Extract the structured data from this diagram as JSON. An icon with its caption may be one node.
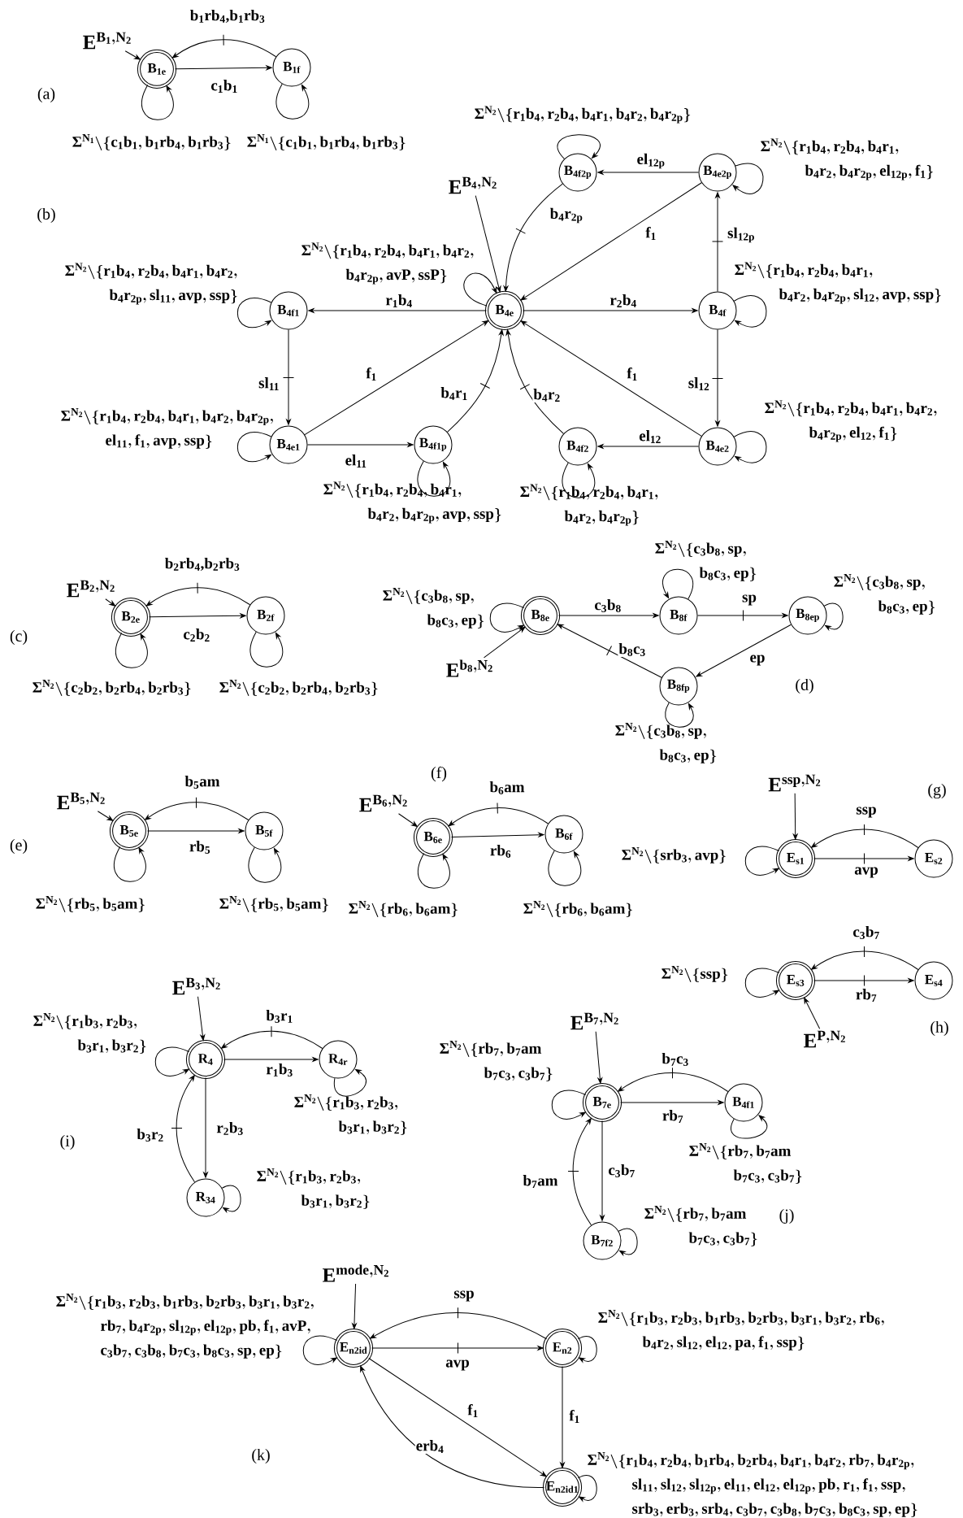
{
  "diagram": {
    "nodes": [
      {
        "text": [
          "E^{B_1,N_2}"
        ]
      },
      {
        "text": [
          "B$_{1e}$"
        ]
      },
      {
        "text": [
          "B$_{1f}$"
        ]
      },
      {
        "text": [
          "E^{B_4,N_2}"
        ]
      },
      {
        "text": [
          "B$_{4f2p}$"
        ]
      },
      {
        "text": [
          "B$_{4e2p}$"
        ]
      },
      {
        "text": [
          "B$_{4f1}$"
        ]
      },
      {
        "text": [
          "B$_{4e}$"
        ]
      },
      {
        "text": [
          "B$_{4f}$"
        ]
      },
      {
        "text": [
          "B$_{4e1}$"
        ]
      },
      {
        "text": [
          "B$_{4f1p}$"
        ]
      },
      {
        "text": [
          "B$_{4f2}$"
        ]
      },
      {
        "text": [
          "B$_{4e2}$"
        ]
      },
      {
        "text": [
          "E^{B_2,N_2}"
        ]
      },
      {
        "text": [
          "B$_{2e}$"
        ]
      },
      {
        "text": [
          "B$_{2f}$"
        ]
      },
      {
        "text": [
          "B$_{8e}$"
        ]
      },
      {
        "text": [
          "B$_{8f}$"
        ]
      },
      {
        "text": [
          "B$_{8ep}$"
        ]
      },
      {
        "text": [
          "E^{b_8,N_2}"
        ]
      },
      {
        "text": [
          "B$_{8fp}$"
        ]
      },
      {
        "text": [
          "E^{B_5,N_2}"
        ]
      },
      {
        "text": [
          "B$_{5e}$"
        ]
      },
      {
        "text": [
          "B$_{5f}$"
        ]
      },
      {
        "text": [
          "E^{B_6,N_2}"
        ]
      },
      {
        "text": [
          "B$_{6e}$"
        ]
      },
      {
        "text": [
          "B$_{6f}$"
        ]
      },
      {
        "text": [
          "E^{ssp,N_2}"
        ]
      },
      {
        "text": [
          "E$_{s1}$"
        ]
      },
      {
        "text": [
          "E$_{s2}$"
        ]
      },
      {
        "text": [
          "E$_{s3}$"
        ]
      },
      {
        "text": [
          "E$_{s4}$"
        ]
      },
      {
        "text": [
          "E^{P,N_2}"
        ]
      },
      {
        "text": [
          "E^{B_3,N_2}"
        ]
      },
      {
        "text": [
          "R$_{4}$"
        ]
      },
      {
        "text": [
          "R$_{4r}$"
        ]
      },
      {
        "text": [
          "R$_{34}$"
        ]
      },
      {
        "text": [
          "E^{B_7,N_2}"
        ]
      },
      {
        "text": [
          "B$_{7e}$"
        ]
      },
      {
        "text": [
          "B$_{4f1}$"
        ]
      },
      {
        "text": [
          "B$_{7f2}$"
        ]
      },
      {
        "text": [
          "E^{mode,N_2}"
        ]
      },
      {
        "text": [
          "E$_{n2id}$"
        ]
      },
      {
        "text": [
          "E$_{n2}$"
        ]
      },
      {
        "text": [
          "E$_{n2id1}$"
        ]
      }
    ],
    "edges": [
      {
        "from": 0,
        "to": 1,
        "arrow": "to"
      },
      {
        "from": 1,
        "to": 2,
        "arrow": "to",
        "label": "c$_{1}$b$_{1}$"
      },
      {
        "from": 2,
        "to": 1,
        "arrow": "to",
        "label": "b$_{1}$rb$_{4}$,b$_{1}$rb$_{3}$"
      },
      {
        "from": 1,
        "to": 1,
        "arrow": "to",
        "label": "\\Sigma^{N_1}\\backslash\\{c_1b_1,b_1rb_4,b_1rb_3\\}"
      },
      {
        "from": 2,
        "to": 2,
        "arrow": "to",
        "label": "\\Sigma^{N_1}\\backslash\\{c_1b_1,b_1rb_4,b_1rb_3\\}"
      },
      {
        "from": 3,
        "to": 7,
        "arrow": "to"
      },
      {
        "from": 4,
        "to": 4,
        "arrow": "to",
        "label": "\\Sigma^{N_2}\\backslash\\{r_1b_4,r_2b_4,b_4r_1,b_4r_2,b_4r_{2p}\\}"
      },
      {
        "from": 5,
        "to": 4,
        "arrow": "to",
        "label": "el$_{12p}$"
      },
      {
        "from": 5,
        "to": 5,
        "arrow": "to",
        "label": "\\Sigma^{N_2}\\backslash\\{r_1b_4,r_2b_4,b_4r_1,\\allowbreak b_4r_2,b_4r_{2p},el_{12p},f_1\\}"
      },
      {
        "from": 4,
        "to": 7,
        "arrow": "to",
        "label": "b$_{4}$r$_{2p}$"
      },
      {
        "from": 5,
        "to": 7,
        "arrow": "to",
        "label": "f$_{1}$"
      },
      {
        "from": 8,
        "to": 5,
        "arrow": "to",
        "label": "sl$_{12p}$"
      },
      {
        "from": 7,
        "to": 7,
        "arrow": "to",
        "label": "\\Sigma^{N_2}\\backslash\\{r_1b_4,r_2b_4,b_4r_1,b_4r_2,\\allowbreak b_4r_{2p},avP,ssP\\}"
      },
      {
        "from": 6,
        "to": 6,
        "arrow": "to",
        "label": "\\Sigma^{N_2}\\backslash\\{r_1b_4,r_2b_4,b_4r_1,b_4r_2,\\allowbreak b_4r_{2p},sl_{11},avp,ssp\\}"
      },
      {
        "from": 7,
        "to": 6,
        "arrow": "to",
        "label": "r$_{1}$b$_{4}$"
      },
      {
        "from": 7,
        "to": 8,
        "arrow": "to",
        "label": "r$_{2}$b$_{4}$"
      },
      {
        "from": 8,
        "to": 8,
        "arrow": "to",
        "label": "\\Sigma^{N_2}\\backslash\\{r_1b_4,r_2b_4,b_4r_1,\\allowbreak b_4r_2,b_4r_{2p},sl_{12},avp,ssp\\}"
      },
      {
        "from": 6,
        "to": 9,
        "arrow": "to",
        "label": "sl$_{11}$"
      },
      {
        "from": 9,
        "to": 7,
        "arrow": "to",
        "label": "f$_{1}$"
      },
      {
        "from": 10,
        "to": 7,
        "arrow": "to",
        "label": "b$_{4}$r$_{1}$"
      },
      {
        "from": 11,
        "to": 7,
        "arrow": "to",
        "label": "b$_{4}$r$_{2}$"
      },
      {
        "from": 12,
        "to": 7,
        "arrow": "to",
        "label": "f$_{1}$"
      },
      {
        "from": 8,
        "to": 12,
        "arrow": "to",
        "label": "sl$_{12}$"
      },
      {
        "from": 9,
        "to": 9,
        "arrow": "to",
        "label": "\\Sigma^{N_2}\\backslash\\{r_1b_4,r_2b_4,b_4r_1,b_4r_2,b_4r_{2p},\\allowbreak el_{11},f_1,avp,ssp\\}"
      },
      {
        "from": 9,
        "to": 10,
        "arrow": "to",
        "label": "el$_{11}$"
      },
      {
        "from": 12,
        "to": 11,
        "arrow": "to",
        "label": "el$_{12}$"
      },
      {
        "from": 12,
        "to": 12,
        "arrow": "to",
        "label": "\\Sigma^{N_2}\\backslash\\{r_1b_4,r_2b_4,b_4r_1,b_4r_2,\\allowbreak b_4r_{2p},el_{12},f_1\\}"
      },
      {
        "from": 10,
        "to": 10,
        "arrow": "to",
        "label": "\\Sigma^{N_2}\\backslash\\{r_1b_4,r_2b_4,b_4r_1,\\allowbreak b_4r_2,b_4r_{2p},avp,ssp\\}"
      },
      {
        "from": 11,
        "to": 11,
        "arrow": "to",
        "label": "\\Sigma^{N_2}\\backslash\\{r_1b_4,r_2b_4,b_4r_1,\\allowbreak b_4r_2,b_4r_{2p}\\}"
      },
      {
        "from": 13,
        "to": 14,
        "arrow": "to"
      },
      {
        "from": 14,
        "to": 15,
        "arrow": "to",
        "label": "c$_{2}$b$_{2}$"
      },
      {
        "from": 15,
        "to": 14,
        "arrow": "to",
        "label": "b$_{2}$rb$_{4}$,b$_{2}$rb$_{3}$"
      },
      {
        "from": 14,
        "to": 14,
        "arrow": "to",
        "label": "\\Sigma^{N_2}\\backslash\\{c_2b_2,b_2rb_4,b_2rb_3\\}"
      },
      {
        "from": 15,
        "to": 15,
        "arrow": "to",
        "label": "\\Sigma^{N_2}\\backslash\\{c_2b_2,b_2rb_4,b_2rb_3\\}"
      },
      {
        "from": 16,
        "to": 16,
        "arrow": "to",
        "label": "\\Sigma^{N_2}\\backslash\\{c_3b_8,sp,\\allowbreak b_8c_3,ep\\}"
      },
      {
        "from": 19,
        "to": 16,
        "arrow": "to"
      },
      {
        "from": 16,
        "to": 17,
        "arrow": "to",
        "label": "c$_{3}$b$_{8}$"
      },
      {
        "from": 17,
        "to": 17,
        "arrow": "to",
        "label": "\\Sigma^{N_2}\\backslash\\{c_3b_8,sp,\\allowbreak b_8c_3,ep\\}"
      },
      {
        "from": 17,
        "to": 18,
        "arrow": "to",
        "label": "sp"
      },
      {
        "from": 18,
        "to": 18,
        "arrow": "to",
        "label": "\\Sigma^{N_2}\\backslash\\{c_3b_8,sp,\\allowbreak b_8c_3,ep\\}"
      },
      {
        "from": 18,
        "to": 20,
        "arrow": "to",
        "label": "ep"
      },
      {
        "from": 20,
        "to": 16,
        "arrow": "to",
        "label": "b$_{8}$c$_{3}$"
      },
      {
        "from": 20,
        "to": 20,
        "arrow": "to",
        "label": "\\Sigma^{N_2}\\backslash\\{c_3b_8,sp,\\allowbreak b_8c_3,ep\\}"
      },
      {
        "from": 21,
        "to": 22,
        "arrow": "to"
      },
      {
        "from": 22,
        "to": 23,
        "arrow": "to",
        "label": "rb$_{5}$"
      },
      {
        "from": 23,
        "to": 22,
        "arrow": "to",
        "label": "b$_{5}$am"
      },
      {
        "from": 22,
        "to": 22,
        "arrow": "to",
        "label": "\\Sigma^{N_2}\\backslash\\{rb_5,b_5am\\}"
      },
      {
        "from": 23,
        "to": 23,
        "arrow": "to",
        "label": "\\Sigma^{N_2}\\backslash\\{rb_5,b_5am\\}"
      },
      {
        "from": 24,
        "to": 25,
        "arrow": "to"
      },
      {
        "from": 25,
        "to": 26,
        "arrow": "to",
        "label": "rb$_{6}$"
      },
      {
        "from": 26,
        "to": 25,
        "arrow": "to",
        "label": "b$_{6}$am"
      },
      {
        "from": 25,
        "to": 25,
        "arrow": "to",
        "label": "\\Sigma^{N_2}\\backslash\\{rb_6,b_6am\\}"
      },
      {
        "from": 26,
        "to": 26,
        "arrow": "to",
        "label": "\\Sigma^{N_2}\\backslash\\{rb_6,b_6am\\}"
      },
      {
        "from": 27,
        "to": 28,
        "arrow": "to"
      },
      {
        "from": 29,
        "to": 28,
        "arrow": "to",
        "label": "ssp"
      },
      {
        "from": 28,
        "to": 29,
        "arrow": "to",
        "label": "avp"
      },
      {
        "from": 28,
        "to": 28,
        "arrow": "to",
        "label": "\\Sigma^{N_2}\\backslash\\{srb_3,avp\\}"
      },
      {
        "from": 31,
        "to": 30,
        "arrow": "to",
        "label": "c$_{3}$b$_{7}$"
      },
      {
        "from": 30,
        "to": 31,
        "arrow": "to",
        "label": "rb$_{7}$"
      },
      {
        "from": 30,
        "to": 30,
        "arrow": "to",
        "label": "\\Sigma^{N_2}\\backslash\\{ssp\\}"
      },
      {
        "from": 32,
        "to": 30,
        "arrow": "to"
      },
      {
        "from": 33,
        "to": 34,
        "arrow": "to"
      },
      {
        "from": 34,
        "to": 34,
        "arrow": "to",
        "label": "\\Sigma^{N_2}\\backslash\\{r_1b_3,r_2b_3,\\allowbreak b_3r_1,b_3r_2\\}"
      },
      {
        "from": 35,
        "to": 34,
        "arrow": "to",
        "label": "b$_{3}$r$_{1}$"
      },
      {
        "from": 34,
        "to": 35,
        "arrow": "to",
        "label": "r$_{1}$b$_{3}$"
      },
      {
        "from": 35,
        "to": 35,
        "arrow": "to",
        "label": "\\Sigma^{N_2}\\backslash\\{r_1b_3,r_2b_3,\\allowbreak b_3r_1,b_3r_2\\}"
      },
      {
        "from": 34,
        "to": 36,
        "arrow": "to",
        "label": "r$_{2}$b$_{3}$"
      },
      {
        "from": 36,
        "to": 34,
        "arrow": "to",
        "label": "b$_{3}$r$_{2}$"
      },
      {
        "from": 36,
        "to": 36,
        "arrow": "to",
        "label": "\\Sigma^{N_2}\\backslash\\{r_1b_3,r_2b_3,\\allowbreak b_3r_1,b_3r_2\\}"
      },
      {
        "from": 37,
        "to": 38,
        "arrow": "to"
      },
      {
        "from": 38,
        "to": 38,
        "arrow": "to",
        "label": "\\Sigma^{N_2}\\backslash\\{rb_7,b_7am\\allowbreak b_7c_3,c_3b_7\\}"
      },
      {
        "from": 39,
        "to": 38,
        "arrow": "to",
        "label": "b$_{7}$c$_{3}$"
      },
      {
        "from": 38,
        "to": 39,
        "arrow": "to",
        "label": "rb$_{7}$"
      },
      {
        "from": 39,
        "to": 39,
        "arrow": "to",
        "label": "\\Sigma^{N_2}\\backslash\\{rb_7,b_7am\\allowbreak b_7c_3,c_3b_7\\}"
      },
      {
        "from": 38,
        "to": 40,
        "arrow": "to",
        "label": "c$_{3}$b$_{7}$"
      },
      {
        "from": 40,
        "to": 38,
        "arrow": "to",
        "label": "b$_{7}$am"
      },
      {
        "from": 40,
        "to": 40,
        "arrow": "to",
        "label": "\\Sigma^{N_2}\\backslash\\{rb_7,b_7am\\allowbreak b_7c_3,c_3b_7\\}"
      },
      {
        "from": 41,
        "to": 42,
        "arrow": "to"
      },
      {
        "from": 42,
        "to": 42,
        "arrow": "to",
        "label": "\\Sigma^{N_2}\\backslash\\{r_1b_3,r_2b_3,b_1rb_3,b_2rb_3,b_3r_1,b_3r_2,\\allowbreak rb_7,b_4r_{2p},sl_{12p},el_{12p},pb,f_1,avP,\\allowbreak c_3b_7,c_3b_8,b_7c_3,b_8c_3,sp,ep\\}"
      },
      {
        "from": 43,
        "to": 42,
        "arrow": "to",
        "label": "ssp"
      },
      {
        "from": 42,
        "to": 43,
        "arrow": "to",
        "label": "avp"
      },
      {
        "from": 43,
        "to": 43,
        "arrow": "to",
        "label": "\\Sigma^{N_2}\\backslash\\{r_1b_3,r_2b_3,b_1rb_3,b_2rb_3,b_3r_1,b_3r_2,rb_6,\\allowbreak b_4r_2,sl_{12},el_{12},pa,f_1,ssp\\}"
      },
      {
        "from": 42,
        "to": 44,
        "arrow": "to",
        "label": "f$_{1}$"
      },
      {
        "from": 43,
        "to": 44,
        "arrow": "to",
        "label": "f$_{1}$"
      },
      {
        "from": 44,
        "to": 42,
        "arrow": "to",
        "label": "erb$_{4}$"
      },
      {
        "from": 44,
        "to": 44,
        "arrow": "to",
        "label": "\\Sigma^{N_2}\\backslash\\{r_1b_4,r_2b_4,b_1rb_4,b_2rb_4,b_4r_1,b_4r_2,rb_7,b_4r_{2p},\\allowbreak sl_{11},sl_{12},sl_{12p},el_{11},el_{12},el_{12p},pb,r_1,f_1,ssp,\\allowbreak srb_3,erb_3,srb_4,c_3b_7,c_3b_8,b_7c_3,b_8c_3,sp,ep\\}"
      }
    ],
    "labels": [
      "(a)",
      "(b)",
      "(c)",
      "(d)",
      "(e)",
      "(f)",
      "(g)",
      "(h)",
      "(i)",
      "(j)",
      "(k)"
    ]
  }
}
